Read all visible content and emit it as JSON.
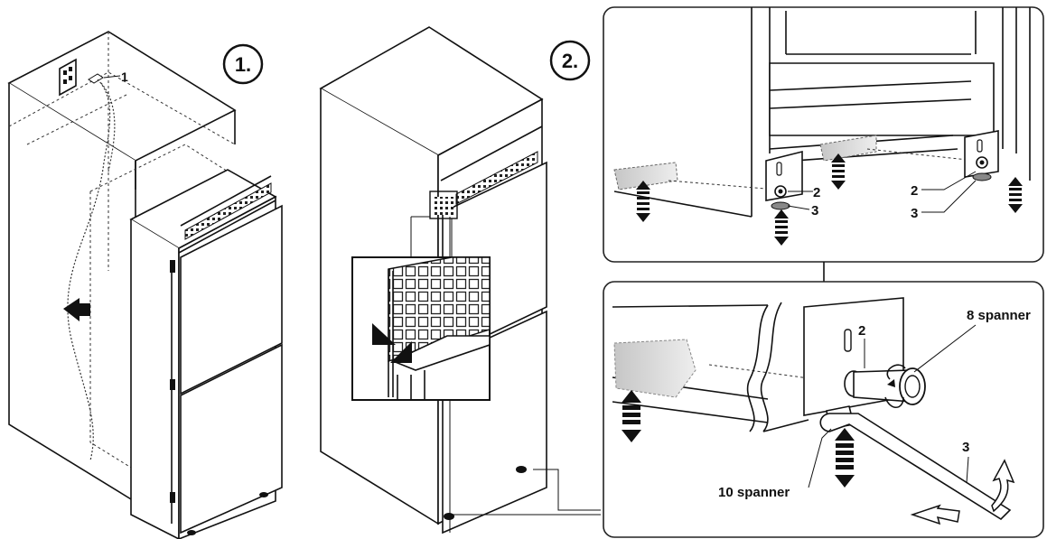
{
  "steps": {
    "step1": "1.",
    "step2": "2."
  },
  "labels": {
    "cable_number": "1",
    "foot_number_left": "2",
    "foot_number_right": "2",
    "spanner_number_left": "3",
    "spanner_number_right": "3",
    "detail_foot_number": "2",
    "detail_spanner_number": "3",
    "eight_spanner": "8 spanner",
    "ten_spanner": "10 spanner"
  },
  "icons": {
    "move_arrow": "arrow-left-icon",
    "adjust_arrow": "double-arrow-vertical-icon",
    "rotate_arrow": "rotate-arrow-icon"
  },
  "colors": {
    "line": "#111111",
    "shade": "#cfcfcf"
  }
}
